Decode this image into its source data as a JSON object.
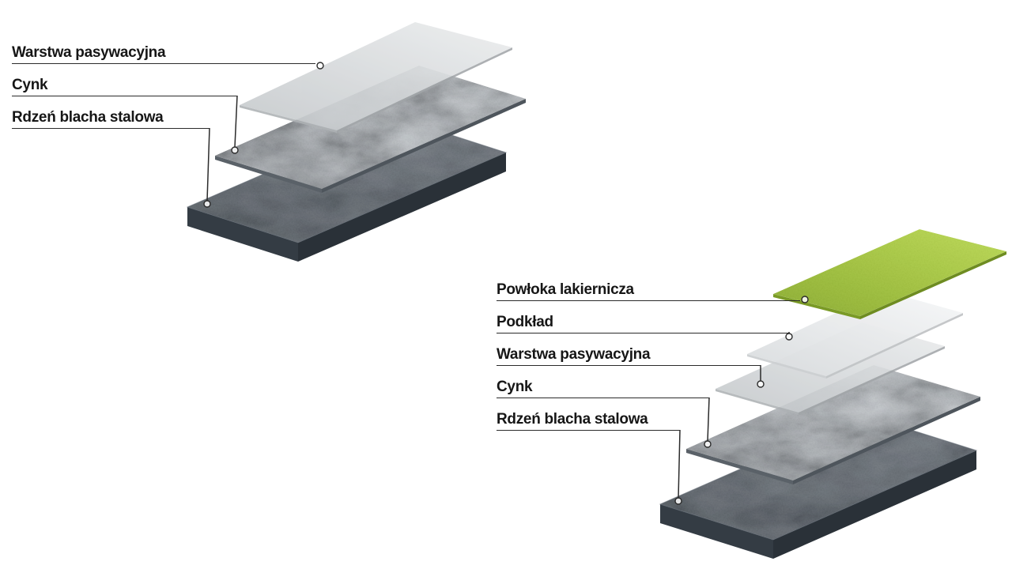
{
  "page": {
    "background": "#ffffff"
  },
  "diagram_left": {
    "labels": [
      "Warstwa pasywacyjna",
      "Cynk",
      "Rdzeń blacha stalowa"
    ]
  },
  "diagram_right": {
    "labels": [
      "Powłoka lakiernicza",
      "Podkład",
      "Warstwa pasywacyjna",
      "Cynk",
      "Rdzeń blacha stalowa"
    ]
  },
  "colors": {
    "paint_coating_green": "#a6c93e",
    "primer_white": "#eef0f1",
    "passivation_gray": "#d7dadc",
    "zinc_gray": "#8a9198",
    "steel_core": "#4a525b",
    "leader_line": "#2b2b2b",
    "label_text": "#161616"
  }
}
